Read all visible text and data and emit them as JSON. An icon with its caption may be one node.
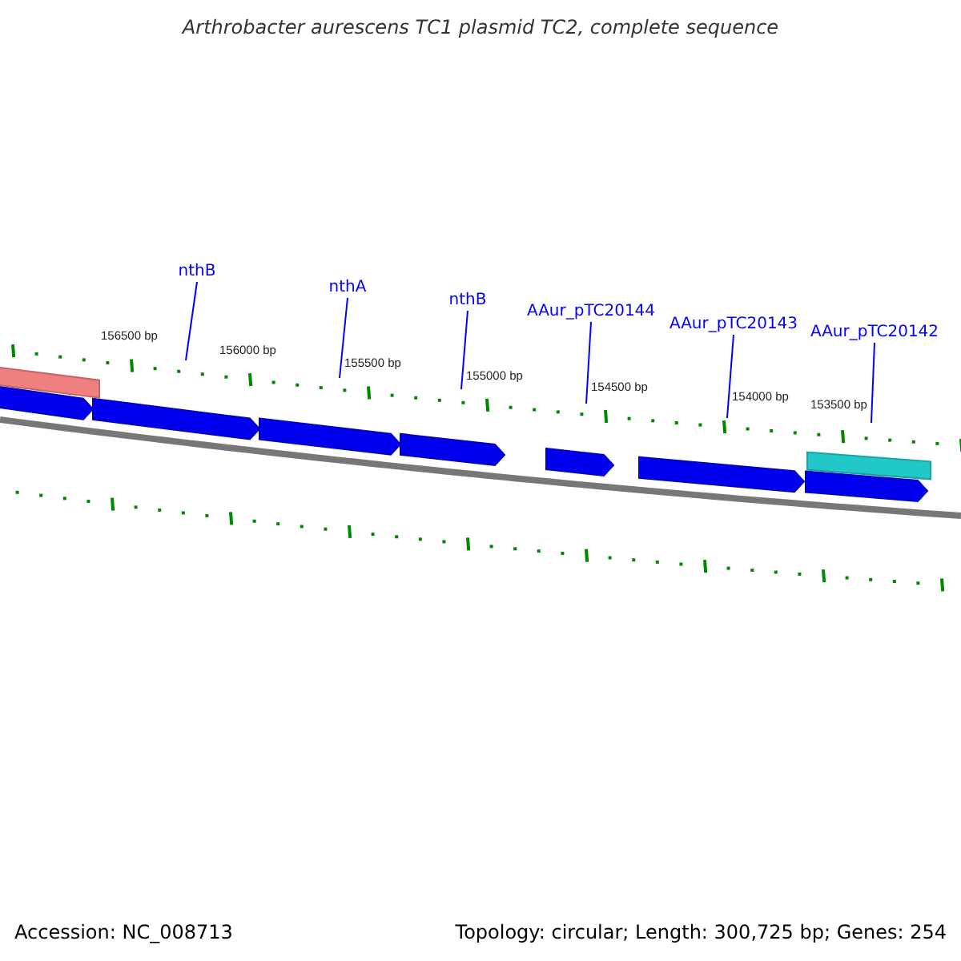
{
  "diagram": {
    "title": "Arthrobacter aurescens TC1 plasmid TC2, complete sequence",
    "nodes": [
      {
        "text": [
          "nthB"
        ]
      },
      {
        "text": [
          "nthA"
        ]
      },
      {
        "text": [
          "nthB"
        ]
      },
      {
        "text": [
          "AAur_pTC20144"
        ]
      },
      {
        "text": [
          "AAur_pTC20143"
        ]
      },
      {
        "text": [
          "AAur_pTC20142"
        ]
      },
      {
        "text": [],
        "shape": "picture"
      }
    ],
    "edges": [
      {
        "from": 0,
        "to": 6,
        "arrow": "none"
      },
      {
        "from": 1,
        "to": 6,
        "arrow": "none"
      },
      {
        "from": 2,
        "to": 6,
        "arrow": "none"
      },
      {
        "from": 3,
        "to": 6,
        "arrow": "none"
      },
      {
        "from": 4,
        "to": 6,
        "arrow": "none"
      },
      {
        "from": 5,
        "to": 6,
        "arrow": "none"
      }
    ],
    "labels": [
      "156500 bp",
      "156000 bp",
      "155500 bp",
      "155000 bp",
      "154500 bp",
      "154000 bp",
      "153500 bp",
      "Accession: NC_008713",
      "Topology: circular; Length: 300,725 bp; Genes: 254"
    ]
  }
}
